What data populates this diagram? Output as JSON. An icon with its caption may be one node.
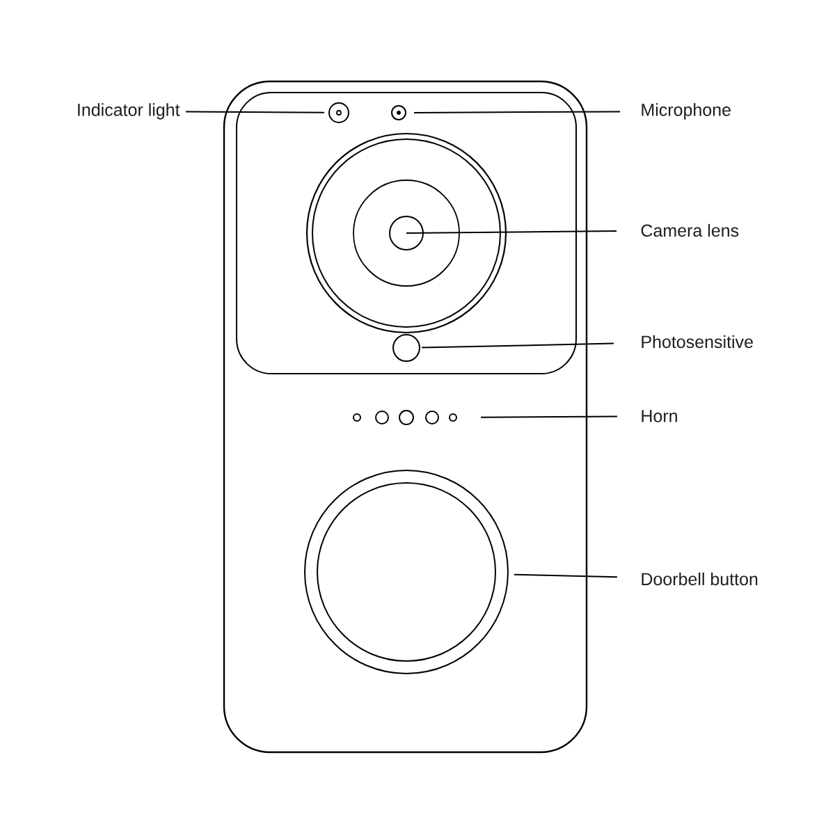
{
  "diagram": {
    "nodes": [
      {
        "text": [
          "Indicator light"
        ]
      },
      {
        "text": [],
        "shape": "circle"
      },
      {
        "text": [
          "Microphone"
        ]
      },
      {
        "text": [],
        "shape": "circle"
      },
      {
        "text": [
          "Camera lens"
        ]
      },
      {
        "text": [],
        "shape": "circle"
      },
      {
        "text": [],
        "shape": "circle",
        "in": 5
      },
      {
        "text": [],
        "shape": "circle",
        "in": 6
      },
      {
        "text": [],
        "shape": "circle",
        "in": 7
      },
      {
        "text": [
          "Photosensitive"
        ]
      },
      {
        "text": [],
        "shape": "circle"
      },
      {
        "text": [
          "Horn"
        ]
      },
      {
        "text": [],
        "shape": "circle"
      },
      {
        "text": [],
        "shape": "circle"
      },
      {
        "text": [],
        "shape": "circle"
      },
      {
        "text": [],
        "shape": "circle"
      },
      {
        "text": [],
        "shape": "circle"
      },
      {
        "text": [
          "Doorbell button"
        ]
      },
      {
        "text": [],
        "shape": "circle"
      }
    ],
    "edges": [
      {
        "from": 0,
        "to": 1,
        "arrow": "none"
      },
      {
        "from": 2,
        "to": 3,
        "arrow": "none"
      },
      {
        "from": 4,
        "to": 8,
        "arrow": "none"
      },
      {
        "from": 9,
        "to": 10,
        "arrow": "none"
      },
      {
        "from": 11,
        "to": 16,
        "arrow": "none"
      },
      {
        "from": 17,
        "to": 18,
        "arrow": "none"
      }
    ]
  }
}
